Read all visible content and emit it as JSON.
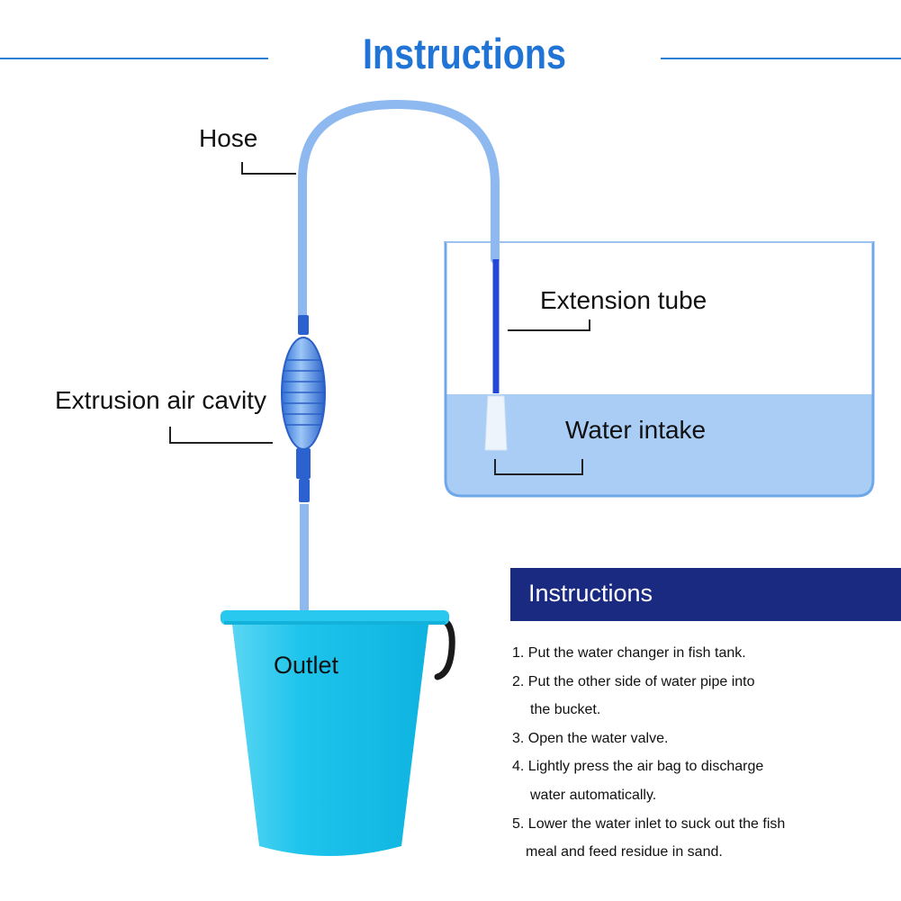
{
  "title": "Instructions",
  "labels": {
    "hose": "Hose",
    "extension_tube": "Extension tube",
    "extrusion_air_cavity": "Extrusion air cavity",
    "water_intake": "Water intake",
    "outlet": "Outlet"
  },
  "panel": {
    "header": "Instructions",
    "steps": [
      {
        "line1": "1. Put the water changer in fish tank.",
        "line2": ""
      },
      {
        "line1": "2. Put the other side of water pipe into",
        "line2": "the bucket."
      },
      {
        "line1": "3. Open the water valve.",
        "line2": ""
      },
      {
        "line1": "4. Lightly press the air bag to discharge",
        "line2": "water automatically."
      },
      {
        "line1": "5. Lower the water inlet to suck out the fish",
        "line2": "meal and feed residue in sand."
      }
    ]
  },
  "colors": {
    "accent": "#1f74d6",
    "hose": "#8db9f0",
    "tank_water": "#a9cdf5",
    "bucket": "#1ec4ec",
    "panel_header": "#1a2a80"
  },
  "icons": [
    "hose-graphic",
    "pump-bulb-graphic",
    "fish-tank-graphic",
    "bucket-graphic"
  ]
}
